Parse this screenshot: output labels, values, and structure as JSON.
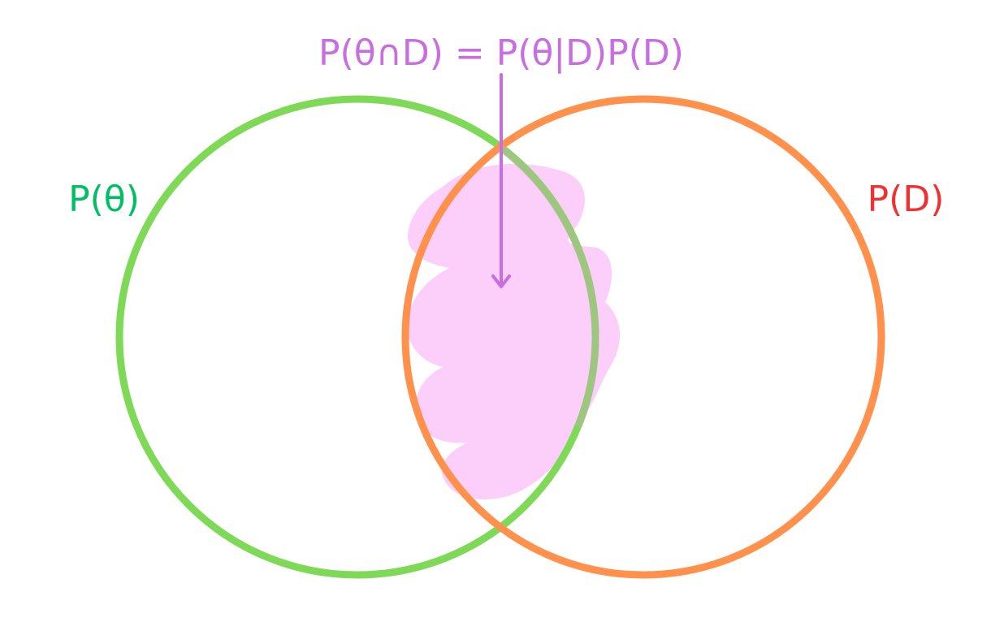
{
  "diagram": {
    "formula": "P(θ∩D) = P(θ|D)P(D)",
    "left_label": "P(θ)",
    "right_label": "P(D)"
  },
  "colors": {
    "formula": "#c86ee0",
    "left_circle": "#7ed957",
    "right_circle": "#ff914d",
    "left_label": "#00bf63",
    "right_label": "#ef3131",
    "overlap_fill": "#fccffb",
    "arrow": "#c86ee0"
  }
}
